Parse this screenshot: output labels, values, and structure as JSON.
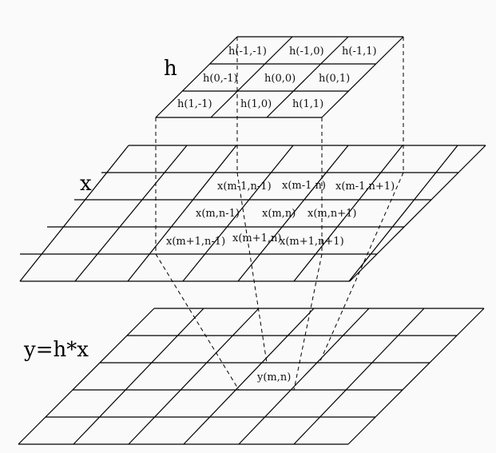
{
  "kernel": {
    "label": "h",
    "cells": [
      [
        "h(-1,-1)",
        "h(-1,0)",
        "h(-1,1)"
      ],
      [
        "h(0,-1)",
        "h(0,0)",
        "h(0,1)"
      ],
      [
        "h(1,-1)",
        "h(1,0)",
        "h(1,1)"
      ]
    ]
  },
  "input": {
    "label": "x",
    "cells": [
      [
        "x(m-1,n-1)",
        "x(m-1,n)",
        "x(m-1,n+1)"
      ],
      [
        "x(m,n-1)",
        "x(m,n)",
        "x(m,n+1)"
      ],
      [
        "x(m+1,n-1)",
        "x(m+1,n)",
        "x(m+1,n+1)"
      ]
    ]
  },
  "output": {
    "label": "y=h*x",
    "cell": "y(m,n)"
  }
}
